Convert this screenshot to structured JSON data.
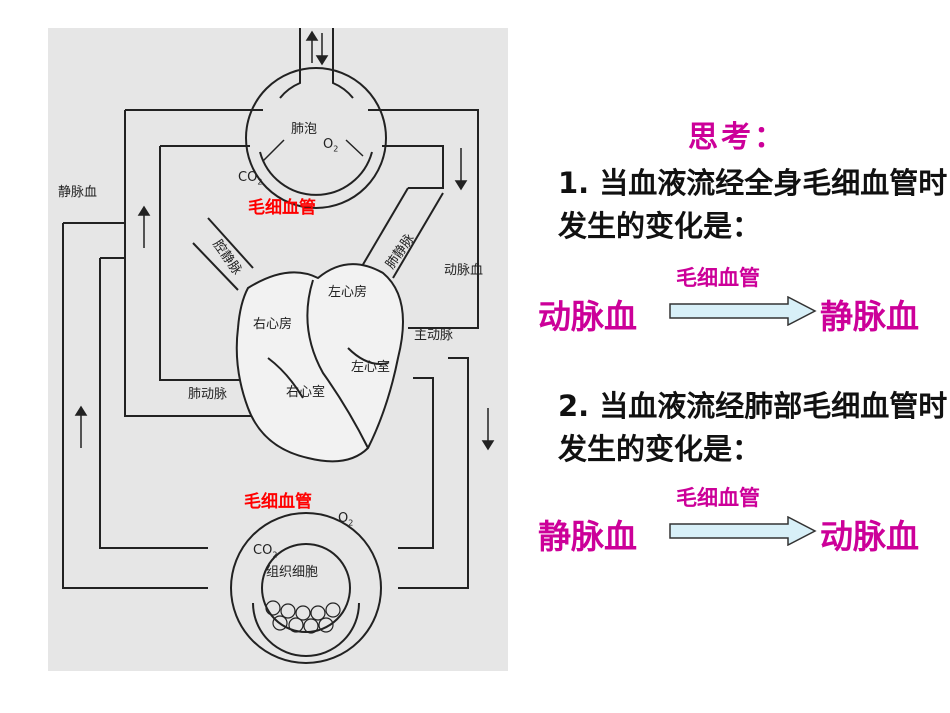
{
  "diagram": {
    "labels": {
      "alveolus": "肺泡",
      "o2_top": "O",
      "co2_top": "CO",
      "sub2": "2",
      "venous_blood": "静脉血",
      "arterial_blood": "动脉血",
      "vena_cava": "腔静脉",
      "pulmonary_vein": "肺静脉",
      "left_atrium": "左心房",
      "right_atrium": "右心房",
      "aorta": "主动脉",
      "left_ventricle": "左心室",
      "pulmonary_artery": "肺动脉",
      "right_ventricle": "右心室",
      "tissue_cells": "组织细胞",
      "o2_bottom": "O",
      "co2_bottom": "CO"
    },
    "capillary_top": "毛细血管",
    "capillary_bottom": "毛细血管"
  },
  "panel": {
    "title": "思考：",
    "q1": "1. 当血液流经全身毛细血管时发生的变化是：",
    "flow1": {
      "from": "动脉血",
      "via": "毛细血管",
      "to": "静脉血"
    },
    "q2": "2. 当血液流经肺部毛细血管时发生的变化是：",
    "flow2": {
      "from": "静脉血",
      "via": "毛细血管",
      "to": "动脉血"
    }
  },
  "colors": {
    "accent": "#cc0099",
    "capillary_red": "#ff0000",
    "arrow_fill": "#d8f0f8"
  }
}
